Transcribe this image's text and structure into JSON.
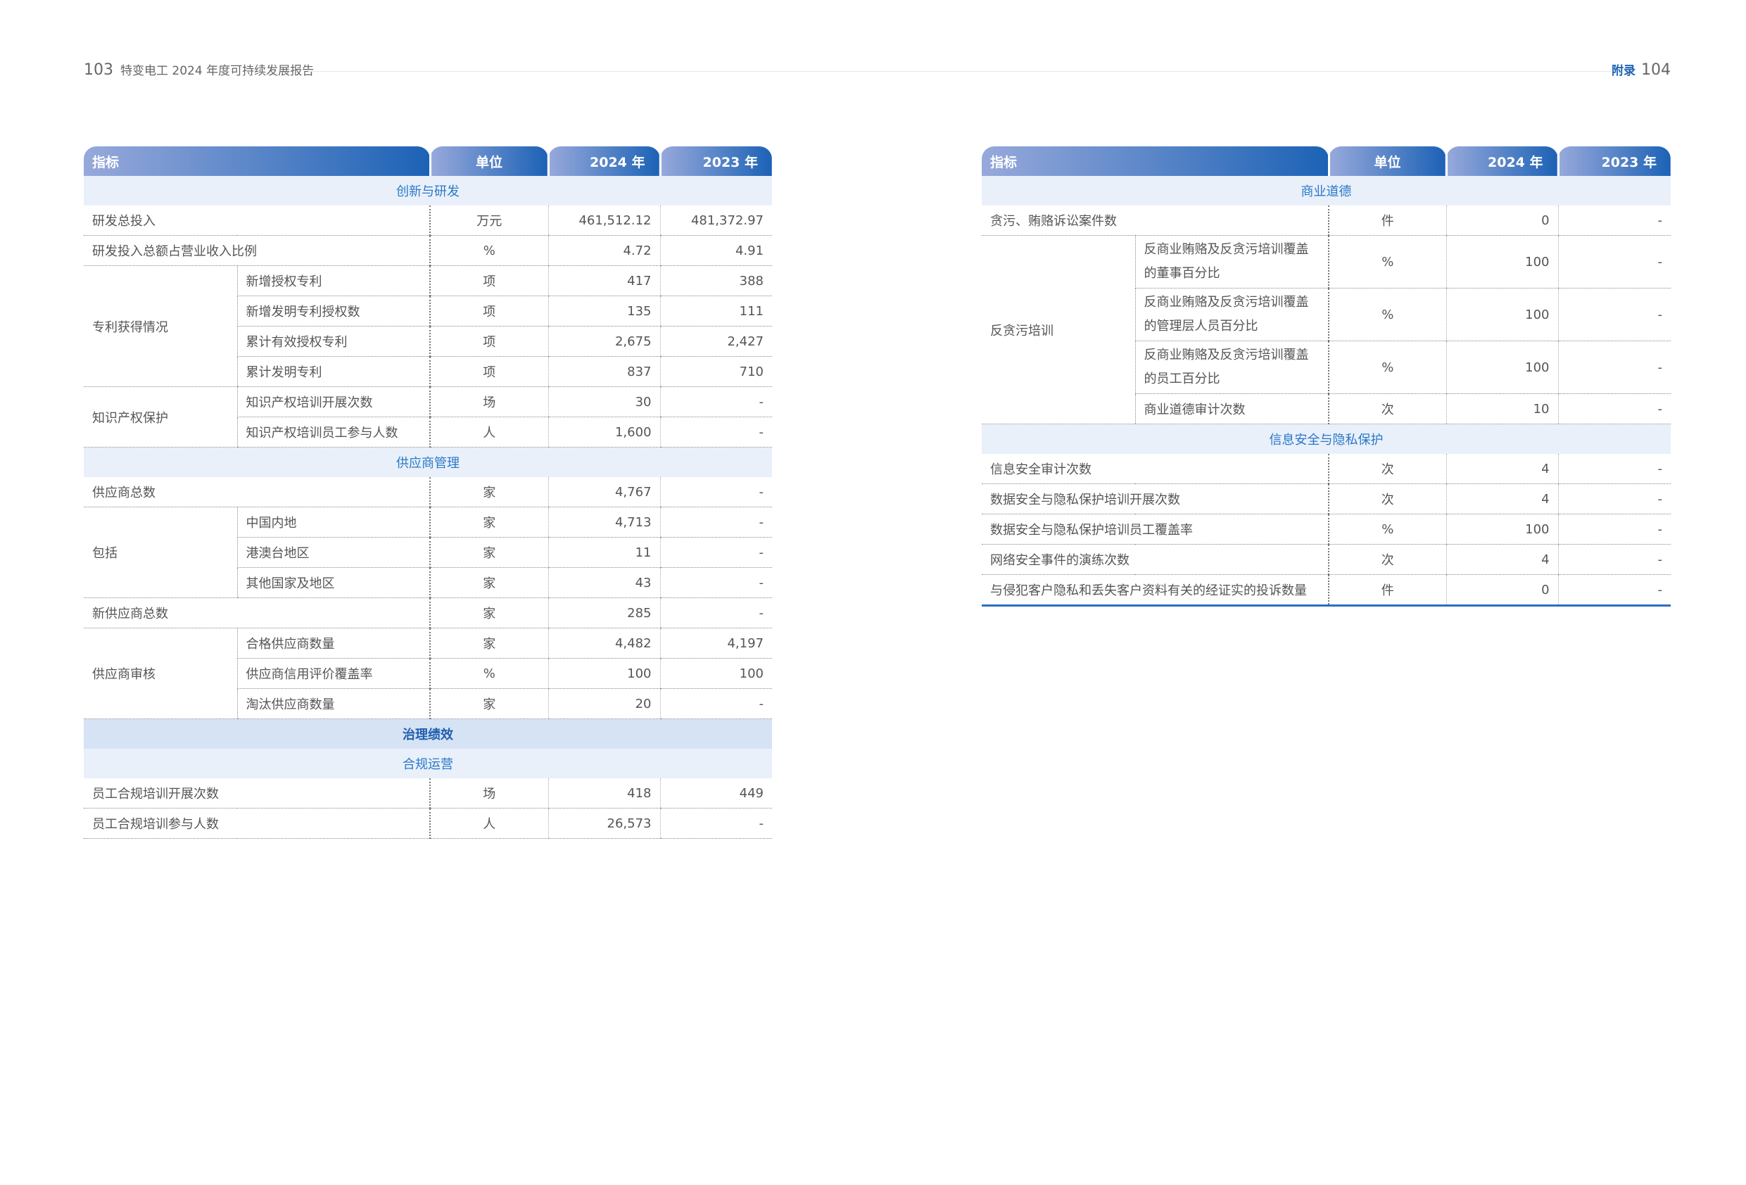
{
  "header": {
    "left_page": "103",
    "left_title": "特变电工 2024 年度可持续发展报告",
    "right_section": "附录",
    "right_page": "104"
  },
  "columns": {
    "indicator": "指标",
    "unit": "单位",
    "y2024": "2024 年",
    "y2023": "2023 年"
  },
  "left_table": [
    {
      "type": "section",
      "label": "创新与研发"
    },
    {
      "name": "研发总投入",
      "unit": "万元",
      "v2024": "461,512.12",
      "v2023": "481,372.97"
    },
    {
      "name": "研发投入总额占营业收入比例",
      "unit": "%",
      "v2024": "4.72",
      "v2023": "4.91"
    },
    {
      "group": "专利获得情况",
      "span": 4,
      "name": "新增授权专利",
      "unit": "项",
      "v2024": "417",
      "v2023": "388"
    },
    {
      "in_group": true,
      "name": "新增发明专利授权数",
      "unit": "项",
      "v2024": "135",
      "v2023": "111"
    },
    {
      "in_group": true,
      "name": "累计有效授权专利",
      "unit": "项",
      "v2024": "2,675",
      "v2023": "2,427"
    },
    {
      "in_group": true,
      "name": "累计发明专利",
      "unit": "项",
      "v2024": "837",
      "v2023": "710"
    },
    {
      "group": "知识产权保护",
      "span": 2,
      "name": "知识产权培训开展次数",
      "unit": "场",
      "v2024": "30",
      "v2023": "-"
    },
    {
      "in_group": true,
      "name": "知识产权培训员工参与人数",
      "unit": "人",
      "v2024": "1,600",
      "v2023": "-"
    },
    {
      "type": "section",
      "label": "供应商管理"
    },
    {
      "name": "供应商总数",
      "unit": "家",
      "v2024": "4,767",
      "v2023": "-"
    },
    {
      "group": "包括",
      "span": 3,
      "name": "中国内地",
      "unit": "家",
      "v2024": "4,713",
      "v2023": "-"
    },
    {
      "in_group": true,
      "name": "港澳台地区",
      "unit": "家",
      "v2024": "11",
      "v2023": "-"
    },
    {
      "in_group": true,
      "name": "其他国家及地区",
      "unit": "家",
      "v2024": "43",
      "v2023": "-"
    },
    {
      "name": "新供应商总数",
      "unit": "家",
      "v2024": "285",
      "v2023": "-"
    },
    {
      "group": "供应商审核",
      "span": 3,
      "name": "合格供应商数量",
      "unit": "家",
      "v2024": "4,482",
      "v2023": "4,197"
    },
    {
      "in_group": true,
      "name": "供应商信用评价覆盖率",
      "unit": "%",
      "v2024": "100",
      "v2023": "100"
    },
    {
      "in_group": true,
      "name": "淘汰供应商数量",
      "unit": "家",
      "v2024": "20",
      "v2023": "-"
    },
    {
      "type": "section",
      "major": true,
      "label": "治理绩效"
    },
    {
      "type": "section",
      "label": "合规运营"
    },
    {
      "name": "员工合规培训开展次数",
      "unit": "场",
      "v2024": "418",
      "v2023": "449"
    },
    {
      "name": "员工合规培训参与人数",
      "unit": "人",
      "v2024": "26,573",
      "v2023": "-"
    }
  ],
  "right_table": [
    {
      "type": "section",
      "label": "商业道德"
    },
    {
      "name": "贪污、贿赂诉讼案件数",
      "unit": "件",
      "v2024": "0",
      "v2023": "-"
    },
    {
      "group": "反贪污培训",
      "span": 4,
      "wrap": true,
      "name": "反商业贿赂及反贪污培训覆盖的董事百分比",
      "unit": "%",
      "v2024": "100",
      "v2023": "-"
    },
    {
      "in_group": true,
      "wrap": true,
      "name": "反商业贿赂及反贪污培训覆盖的管理层人员百分比",
      "unit": "%",
      "v2024": "100",
      "v2023": "-"
    },
    {
      "in_group": true,
      "wrap": true,
      "name": "反商业贿赂及反贪污培训覆盖的员工百分比",
      "unit": "%",
      "v2024": "100",
      "v2023": "-"
    },
    {
      "in_group": true,
      "name": "商业道德审计次数",
      "unit": "次",
      "v2024": "10",
      "v2023": "-"
    },
    {
      "type": "section",
      "label": "信息安全与隐私保护"
    },
    {
      "name": "信息安全审计次数",
      "unit": "次",
      "v2024": "4",
      "v2023": "-"
    },
    {
      "name": "数据安全与隐私保护培训开展次数",
      "unit": "次",
      "v2024": "4",
      "v2023": "-"
    },
    {
      "name": "数据安全与隐私保护培训员工覆盖率",
      "unit": "%",
      "v2024": "100",
      "v2023": "-"
    },
    {
      "name": "网络安全事件的演练次数",
      "unit": "次",
      "v2024": "4",
      "v2023": "-"
    },
    {
      "name": "与侵犯客户隐私和丢失客户资料有关的经证实的投诉数量",
      "unit": "件",
      "v2024": "0",
      "v2023": "-"
    }
  ]
}
